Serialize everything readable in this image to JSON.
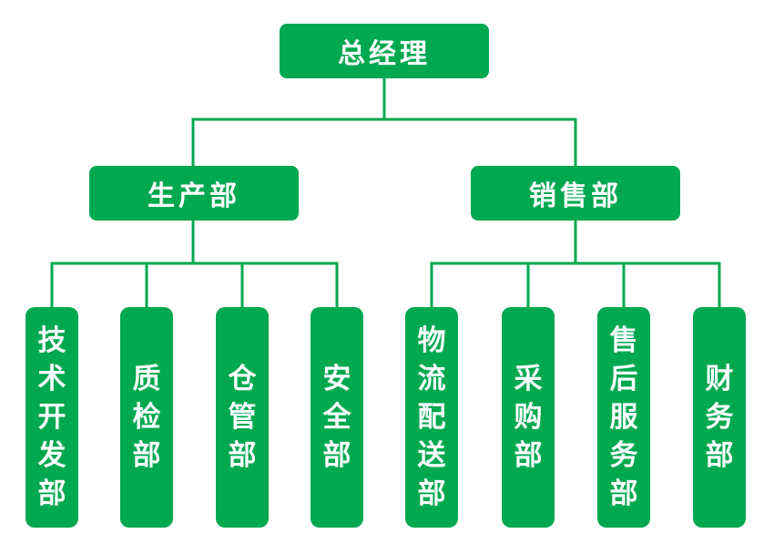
{
  "accent_color": "#00a84f",
  "top": {
    "label": "总经理"
  },
  "departments": [
    {
      "label": "生产部",
      "units": [
        "技术开发部",
        "质检部",
        "仓管部",
        "安全部"
      ]
    },
    {
      "label": "销售部",
      "units": [
        "物流配送部",
        "采购部",
        "售后服务部",
        "财务部"
      ]
    }
  ]
}
